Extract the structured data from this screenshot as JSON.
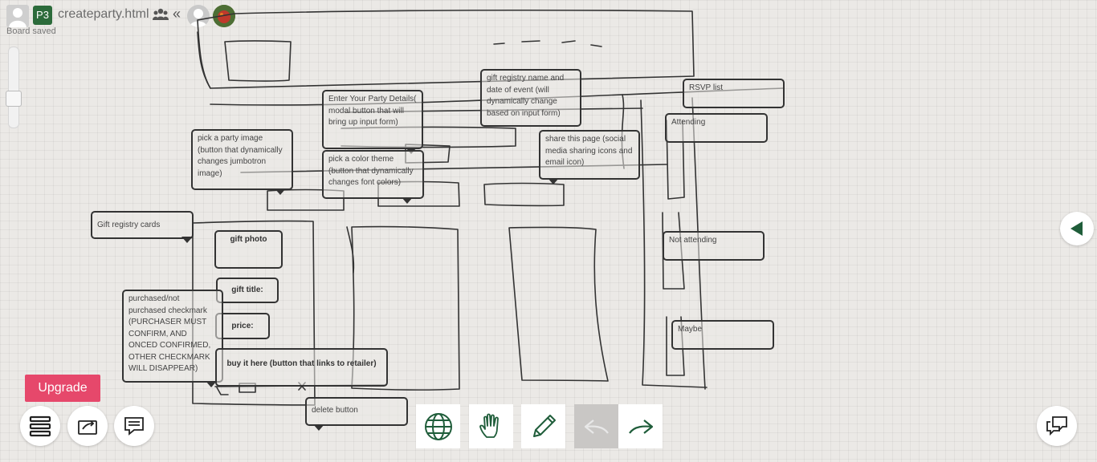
{
  "header": {
    "board_badge": "P3",
    "title": "createparty.html",
    "collapse_glyph": "«",
    "status": "Board saved"
  },
  "notes": {
    "rsvp_list": "RSVP list",
    "attending": "Attending",
    "not_attending": "Not attending",
    "maybe": "Maybe",
    "gift_registry_name": "gift registry name and date of event (will dynamically change based on input form)",
    "enter_party": "Enter Your Party Details( modal button that will bring up input form)",
    "party_image": "pick a party image (button that dynamically changes jumbotron image)",
    "color_theme": "pick a color theme (button that dynamically changes font colors)",
    "share_page": "share this page (social media sharing icons and email icon)",
    "gift_cards": "Gift registry cards",
    "gift_photo": "gift photo",
    "gift_title": "gift title:",
    "price": "price:",
    "buy_it_here": "buy it here (button that links to retailer)",
    "purchased": "purchased/not purchased checkmark (PURCHASER MUST CONFIRM, AND ONCED CONFIRMED, OTHER CHECKMARK WILL DISAPPEAR)",
    "delete_button": "delete button"
  },
  "bottom_left": {
    "upgrade_label": "Upgrade",
    "icons": [
      "boards-icon",
      "export-icon",
      "comments-icon"
    ]
  },
  "toolbar": {
    "icons": [
      "globe-icon",
      "hand-icon",
      "pencil-icon",
      "undo-icon",
      "redo-icon"
    ],
    "accent_color": "#2c6b3b"
  },
  "colors": {
    "upgrade": "#e6486b",
    "accent": "#1f5d3a",
    "ink": "#333333"
  }
}
